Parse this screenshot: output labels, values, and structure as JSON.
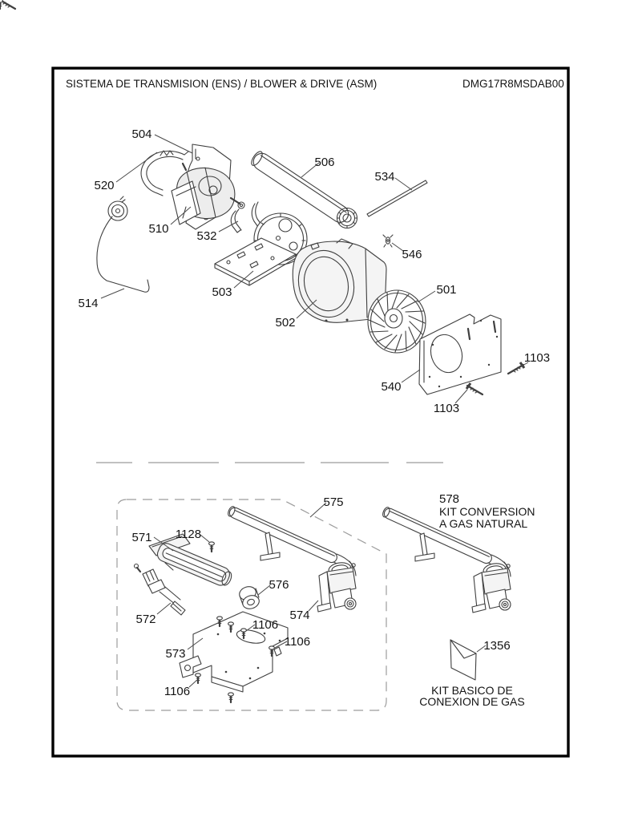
{
  "header": {
    "title": "SISTEMA DE TRANSMISION (ENS) / BLOWER & DRIVE (ASM)",
    "model": "DMG17R8MSDAB00"
  },
  "parts": {
    "p501": "501",
    "p502": "502",
    "p503": "503",
    "p504": "504",
    "p506": "506",
    "p510": "510",
    "p514": "514",
    "p520": "520",
    "p532": "532",
    "p534": "534",
    "p540": "540",
    "p546": "546",
    "p571": "571",
    "p572": "572",
    "p573": "573",
    "p574": "574",
    "p575": "575",
    "p576": "576",
    "p578": "578",
    "p1103": "1103",
    "p1106": "1106",
    "p1128": "1128",
    "p1356": "1356"
  },
  "captions": {
    "kit_conversion_line1": "KIT CONVERSION",
    "kit_conversion_line2": "A GAS NATURAL",
    "kit_basico_line1": "KIT BASICO DE",
    "kit_basico_line2": "CONEXION DE GAS"
  },
  "colors": {
    "line_art": "#3f3f3f",
    "label_text": "#141414",
    "dashed_outline": "#9c9c9c",
    "border": "#000000",
    "background": "#ffffff"
  }
}
